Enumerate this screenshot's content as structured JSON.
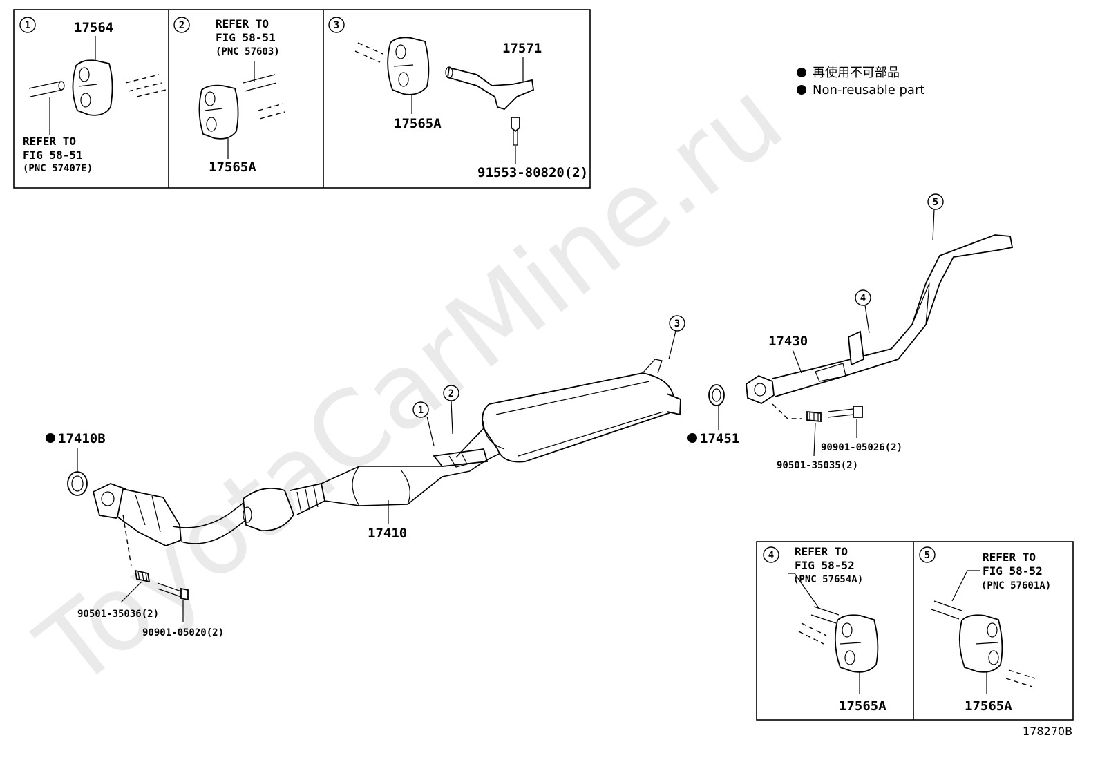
{
  "watermark": "ToyotaCarMine.ru",
  "legend": {
    "line1": "再使用不可部品",
    "line2": "Non-reusable part"
  },
  "figure_id": "178270B",
  "insets": {
    "inset1": {
      "num": "1",
      "part": "17564",
      "refer1": "REFER TO",
      "refer2": "FIG 58-51",
      "refer3": "(PNC 57407E)"
    },
    "inset2": {
      "num": "2",
      "refer1": "REFER TO",
      "refer2": "FIG 58-51",
      "refer3": "(PNC 57603)",
      "part": "17565A"
    },
    "inset3": {
      "num": "3",
      "part_a": "17571",
      "part_b": "17565A",
      "part_c": "91553-80820(2)"
    },
    "inset4": {
      "num": "4",
      "refer1": "REFER TO",
      "refer2": "FIG 58-52",
      "refer3": "(PNC 57654A)",
      "part": "17565A"
    },
    "inset5": {
      "num": "5",
      "refer1": "REFER TO",
      "refer2": "FIG 58-52",
      "refer3": "(PNC 57601A)",
      "part": "17565A"
    }
  },
  "callouts": {
    "c1": "1",
    "c2": "2",
    "c3": "3",
    "c4": "4",
    "c5": "5"
  },
  "parts": {
    "gasket_front": "17410B",
    "front_pipe": "17410",
    "bolt_front_spring": "90501-35036(2)",
    "bolt_front": "90901-05020(2)",
    "gasket_mid": "17451",
    "tail_pipe": "17430",
    "bolt_rear": "90901-05026(2)",
    "bolt_rear_spring": "90501-35035(2)"
  }
}
